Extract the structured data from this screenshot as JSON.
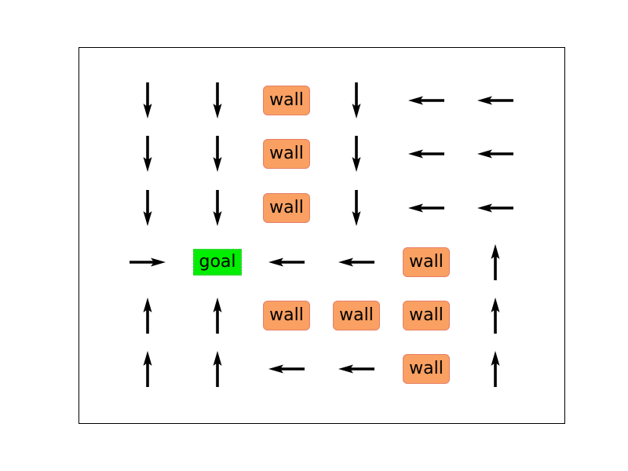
{
  "grid": {
    "rows": [
      [
        "down",
        "down",
        "wall",
        "down",
        "left",
        "left"
      ],
      [
        "down",
        "down",
        "wall",
        "down",
        "left",
        "left"
      ],
      [
        "down",
        "down",
        "wall",
        "down",
        "left",
        "left"
      ],
      [
        "right",
        "goal",
        "left",
        "left",
        "wall",
        "up"
      ],
      [
        "up",
        "up",
        "wall",
        "wall",
        "wall",
        "up"
      ],
      [
        "up",
        "up",
        "left",
        "left",
        "wall",
        "up"
      ]
    ]
  },
  "labels": {
    "wall": "wall",
    "goal": "goal"
  },
  "colors": {
    "wall_fill": "#f9a062",
    "wall_border": "#e8806a",
    "goal_fill": "#00ee00",
    "goal_border": "#44cc44",
    "arrow": "#000000"
  }
}
